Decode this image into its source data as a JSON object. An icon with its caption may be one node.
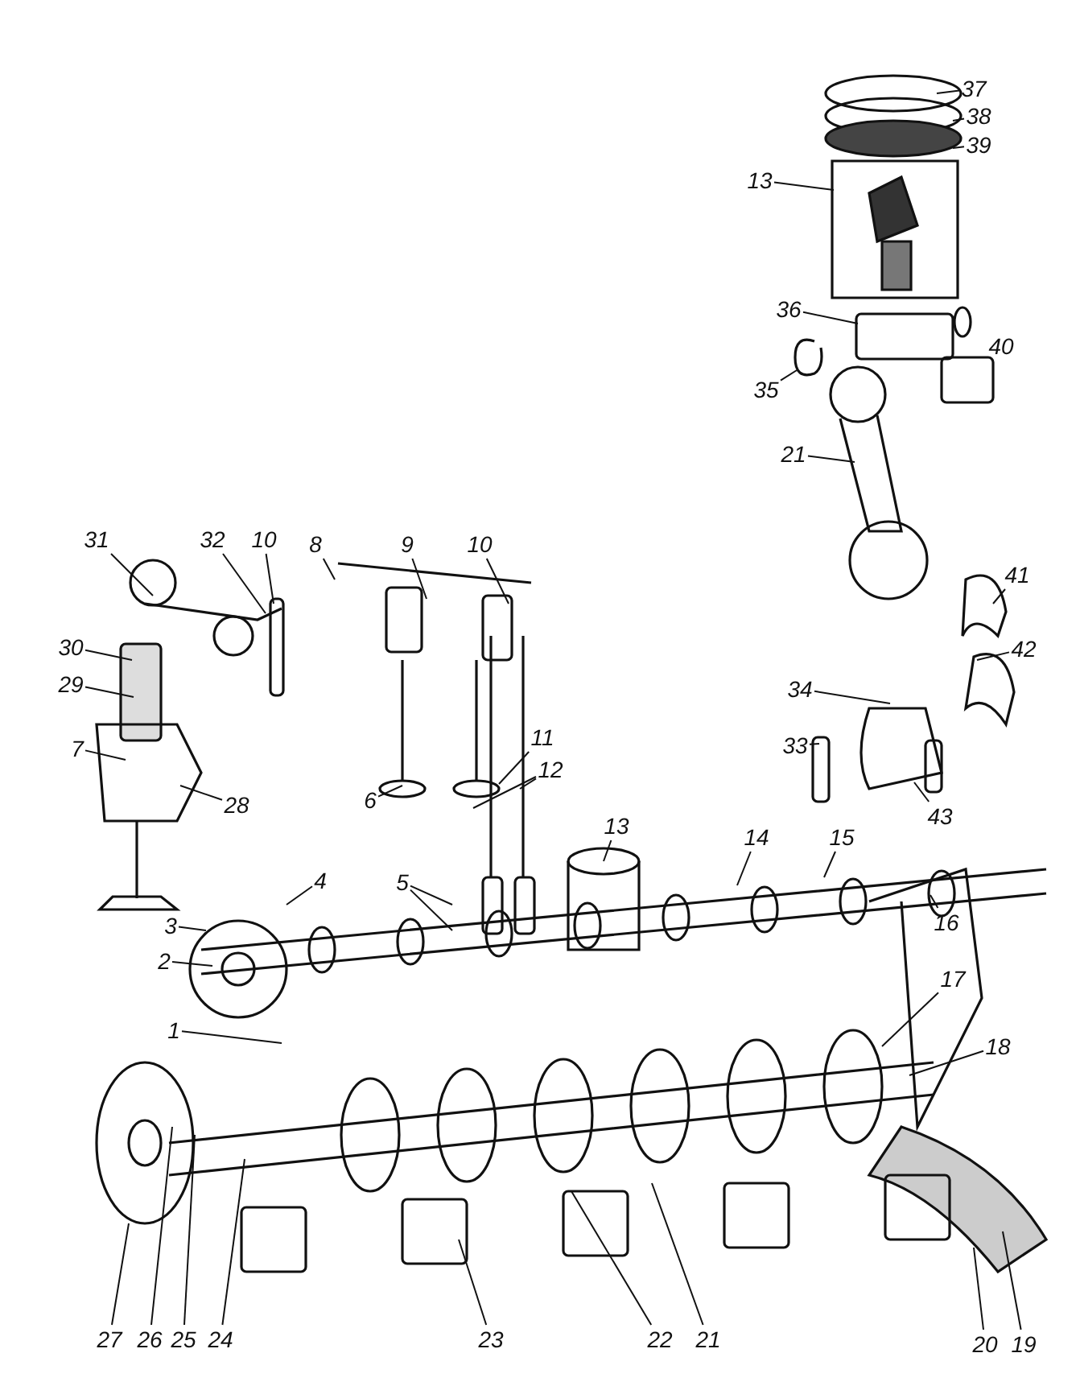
{
  "diagram": {
    "nodes": [
      {
        "text": [
          "37"
        ]
      },
      {
        "text": [
          "38"
        ]
      },
      {
        "text": [
          "39"
        ]
      },
      {
        "text": [
          "13"
        ]
      },
      {
        "text": [
          "36"
        ]
      },
      {
        "text": [
          "35"
        ]
      },
      {
        "text": [
          "21"
        ]
      },
      {
        "text": [
          "41"
        ]
      },
      {
        "text": [
          "42"
        ]
      },
      {
        "text": [
          "31"
        ]
      },
      {
        "text": [
          "32"
        ]
      },
      {
        "text": [
          "10"
        ]
      },
      {
        "text": [
          "8"
        ]
      },
      {
        "text": [
          "9"
        ]
      },
      {
        "text": [
          "10"
        ]
      },
      {
        "text": [
          "34"
        ]
      },
      {
        "text": [
          "30"
        ]
      },
      {
        "text": [
          "29"
        ]
      },
      {
        "text": [
          "7"
        ]
      },
      {
        "text": [
          "11"
        ]
      },
      {
        "text": [
          "12"
        ]
      },
      {
        "text": [
          "28"
        ]
      },
      {
        "text": [
          "33"
        ]
      },
      {
        "text": [
          "43"
        ]
      },
      {
        "text": [
          "6"
        ]
      },
      {
        "text": [
          "13"
        ]
      },
      {
        "text": [
          "14"
        ]
      },
      {
        "text": [
          "15"
        ]
      },
      {
        "text": [
          "4"
        ]
      },
      {
        "text": [
          "5"
        ]
      },
      {
        "text": [
          "3"
        ]
      },
      {
        "text": [
          "16"
        ]
      },
      {
        "text": [
          "2"
        ]
      },
      {
        "text": [
          "17"
        ]
      },
      {
        "text": [
          "1"
        ]
      },
      {
        "text": [
          "18"
        ]
      },
      {
        "text": [
          "27"
        ]
      },
      {
        "text": [
          "26"
        ]
      },
      {
        "text": [
          "25"
        ]
      },
      {
        "text": [
          "24"
        ]
      },
      {
        "text": [
          "23"
        ]
      },
      {
        "text": [
          "22"
        ]
      },
      {
        "text": [
          "21"
        ]
      },
      {
        "text": [
          "20"
        ]
      },
      {
        "text": [
          "19"
        ]
      }
    ],
    "edges": [
      {
        "from": 0,
        "to": null,
        "arrow": "none"
      },
      {
        "from": 1,
        "to": null,
        "arrow": "none"
      },
      {
        "from": 2,
        "to": null,
        "arrow": "none"
      },
      {
        "from": 3,
        "to": null,
        "arrow": "none"
      },
      {
        "from": 4,
        "to": null,
        "arrow": "none"
      },
      {
        "from": 5,
        "to": null,
        "arrow": "none"
      },
      {
        "from": 6,
        "to": null,
        "arrow": "none"
      },
      {
        "from": 7,
        "to": null,
        "arrow": "none"
      },
      {
        "from": 8,
        "to": null,
        "arrow": "none"
      },
      {
        "from": 9,
        "to": null,
        "arrow": "none"
      },
      {
        "from": 10,
        "to": null,
        "arrow": "none"
      },
      {
        "from": 11,
        "to": null,
        "arrow": "none"
      },
      {
        "from": 12,
        "to": null,
        "arrow": "none"
      },
      {
        "from": 13,
        "to": null,
        "arrow": "none"
      },
      {
        "from": 14,
        "to": null,
        "arrow": "none"
      },
      {
        "from": 15,
        "to": null,
        "arrow": "none"
      },
      {
        "from": 16,
        "to": null,
        "arrow": "none"
      },
      {
        "from": 17,
        "to": null,
        "arrow": "none"
      },
      {
        "from": 18,
        "to": null,
        "arrow": "none"
      },
      {
        "from": 19,
        "to": null,
        "arrow": "none"
      },
      {
        "from": 20,
        "to": null,
        "arrow": "none"
      },
      {
        "from": 20,
        "to": null,
        "arrow": "none"
      },
      {
        "from": 21,
        "to": null,
        "arrow": "none"
      },
      {
        "from": 22,
        "to": null,
        "arrow": "none"
      },
      {
        "from": 23,
        "to": null,
        "arrow": "none"
      },
      {
        "from": 24,
        "to": null,
        "arrow": "none"
      },
      {
        "from": 25,
        "to": null,
        "arrow": "none"
      },
      {
        "from": 26,
        "to": null,
        "arrow": "none"
      },
      {
        "from": 27,
        "to": null,
        "arrow": "none"
      },
      {
        "from": 28,
        "to": null,
        "arrow": "none"
      },
      {
        "from": 29,
        "to": null,
        "arrow": "none"
      },
      {
        "from": 29,
        "to": null,
        "arrow": "none"
      },
      {
        "from": 30,
        "to": null,
        "arrow": "none"
      },
      {
        "from": 31,
        "to": null,
        "arrow": "none"
      },
      {
        "from": 32,
        "to": null,
        "arrow": "none"
      },
      {
        "from": 33,
        "to": null,
        "arrow": "none"
      },
      {
        "from": 34,
        "to": null,
        "arrow": "none"
      },
      {
        "from": 35,
        "to": null,
        "arrow": "none"
      },
      {
        "from": 36,
        "to": null,
        "arrow": "none"
      },
      {
        "from": 37,
        "to": null,
        "arrow": "none"
      },
      {
        "from": 38,
        "to": null,
        "arrow": "none"
      },
      {
        "from": 39,
        "to": null,
        "arrow": "none"
      },
      {
        "from": 40,
        "to": null,
        "arrow": "none"
      },
      {
        "from": 41,
        "to": null,
        "arrow": "none"
      },
      {
        "from": 42,
        "to": null,
        "arrow": "none"
      },
      {
        "from": 43,
        "to": null,
        "arrow": "none"
      },
      {
        "from": 44,
        "to": null,
        "arrow": "none"
      }
    ],
    "labels": [
      "40"
    ]
  }
}
